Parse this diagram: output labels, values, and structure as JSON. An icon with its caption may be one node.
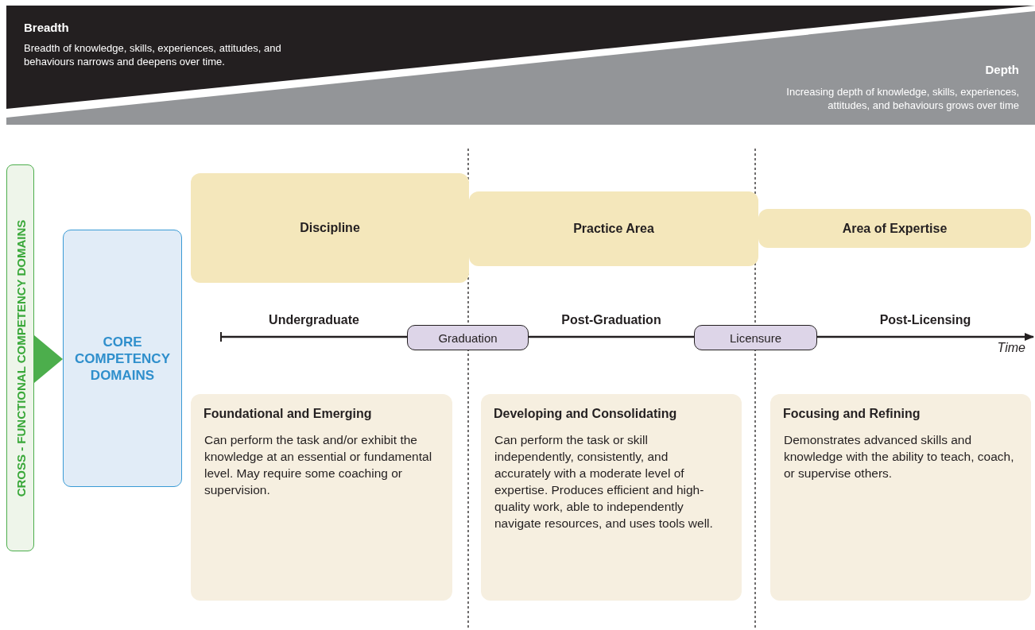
{
  "diagram": {
    "nodes": [
      {
        "text": [
          "Breadth",
          "Breadth of knowledge, skills, experiences, attitudes, and behaviours narrows and deepens over time."
        ]
      },
      {
        "text": [
          "Depth",
          "Increasing depth of knowledge, skills, experiences, attitudes, and behaviours grows over time"
        ]
      },
      {
        "text": [
          "CROSS - FUNCTIONAL COMPETENCY DOMAINS"
        ]
      },
      {
        "text": [
          "CORE COMPETENCY DOMAINS"
        ]
      },
      {
        "text": [
          "Discipline"
        ]
      },
      {
        "text": [
          "Practice Area"
        ]
      },
      {
        "text": [
          "Area of Expertise"
        ]
      },
      {
        "text": [
          "Graduation"
        ]
      },
      {
        "text": [
          "Licensure"
        ]
      },
      {
        "text": [
          "Foundational and Emerging",
          "Can perform the task and/or exhibit the knowledge at an essential or fundamental level. May require some coaching or supervision."
        ]
      },
      {
        "text": [
          "Developing and Consolidating",
          "Can perform the task or skill independently, consistently, and accurately with a moderate level of expertise. Produces efficient and high-quality work, able to independently navigate resources, and uses tools well."
        ]
      },
      {
        "text": [
          "Focusing and Refining",
          "Demonstrates advanced skills and knowledge with the ability to teach, coach, or supervise others."
        ]
      },
      {
        "text": [
          "Time"
        ]
      }
    ],
    "edges": [
      {
        "from": 2,
        "to": 3,
        "arrow": "to",
        "color": "#4cae4c"
      },
      {
        "from": null,
        "to": 7,
        "arrow": "other",
        "label": "Undergraduate"
      },
      {
        "from": 7,
        "to": 8,
        "arrow": "none",
        "label": "Post-Graduation"
      },
      {
        "from": 8,
        "to": 12,
        "arrow": "to",
        "label": "Post-Licensing"
      }
    ]
  }
}
